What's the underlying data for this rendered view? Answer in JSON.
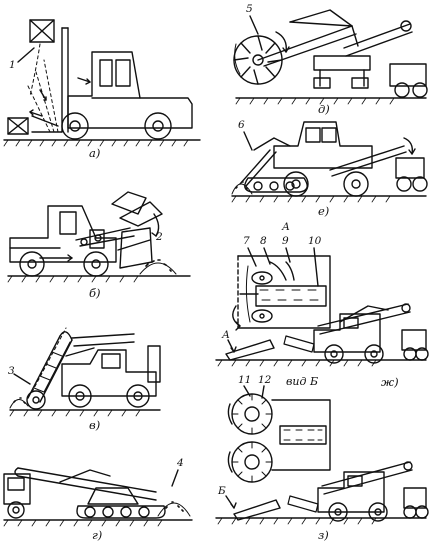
{
  "captions": {
    "a": "а)",
    "b": "б)",
    "v": "в)",
    "g": "г)",
    "d": "д)",
    "e": "е)",
    "zh": "ж)",
    "z": "з)"
  },
  "callouts": {
    "n1": "1",
    "n2": "2",
    "n3": "3",
    "n4": "4",
    "n5": "5",
    "n6": "6",
    "n7": "7",
    "n8": "8",
    "n9": "9",
    "n10": "10",
    "n11": "11",
    "n12": "12"
  },
  "section_marks": {
    "a_top": "А",
    "a_side": "А",
    "b_side": "Б",
    "view_b": "вид Б"
  },
  "colors": {
    "ink": "#111111",
    "paper": "#ffffff"
  }
}
